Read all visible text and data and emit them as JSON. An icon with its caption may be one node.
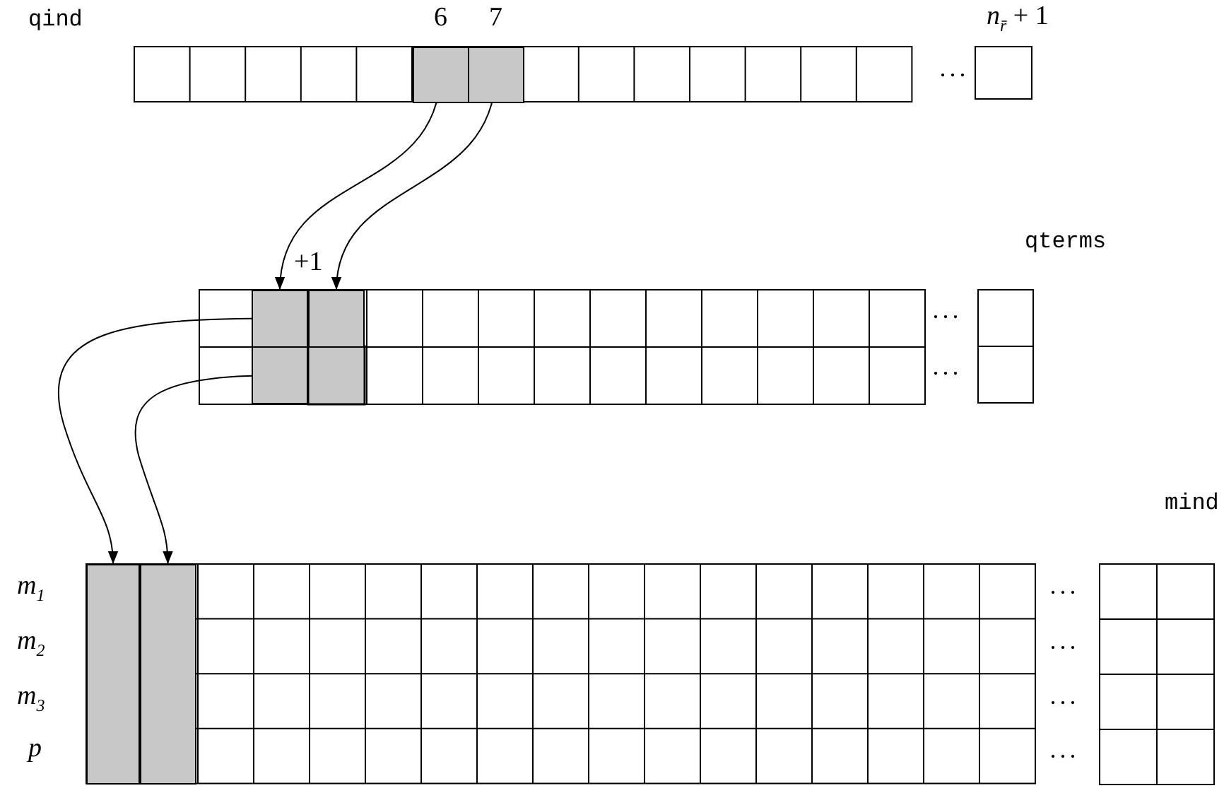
{
  "diagram": {
    "nodes": [
      {
        "text": [],
        "shape": "box",
        "beside": [
          "6"
        ]
      },
      {
        "text": [],
        "shape": "box",
        "beside": [
          "7"
        ]
      },
      {
        "text": [],
        "shape": "box"
      },
      {
        "text": [],
        "shape": "box"
      },
      {
        "text": [],
        "shape": "box"
      },
      {
        "text": [],
        "shape": "bar"
      },
      {
        "text": [],
        "shape": "bar"
      }
    ],
    "edges": [
      {
        "from": 0,
        "to": 2,
        "arrow": "to"
      },
      {
        "from": 1,
        "to": 3,
        "arrow": "to"
      },
      {
        "from": 2,
        "to": 5,
        "arrow": "to"
      },
      {
        "from": 4,
        "to": 6,
        "arrow": "to"
      }
    ],
    "labels": [
      "qind",
      "*n*$_{r̄}$ + 1",
      "···",
      "qterms",
      "+1",
      "···",
      "···",
      "mind",
      "*m*$_{1}$",
      "···",
      "*m*$_{2}$",
      "···",
      "*m*$_{3}$",
      "···",
      "p",
      "···"
    ]
  }
}
